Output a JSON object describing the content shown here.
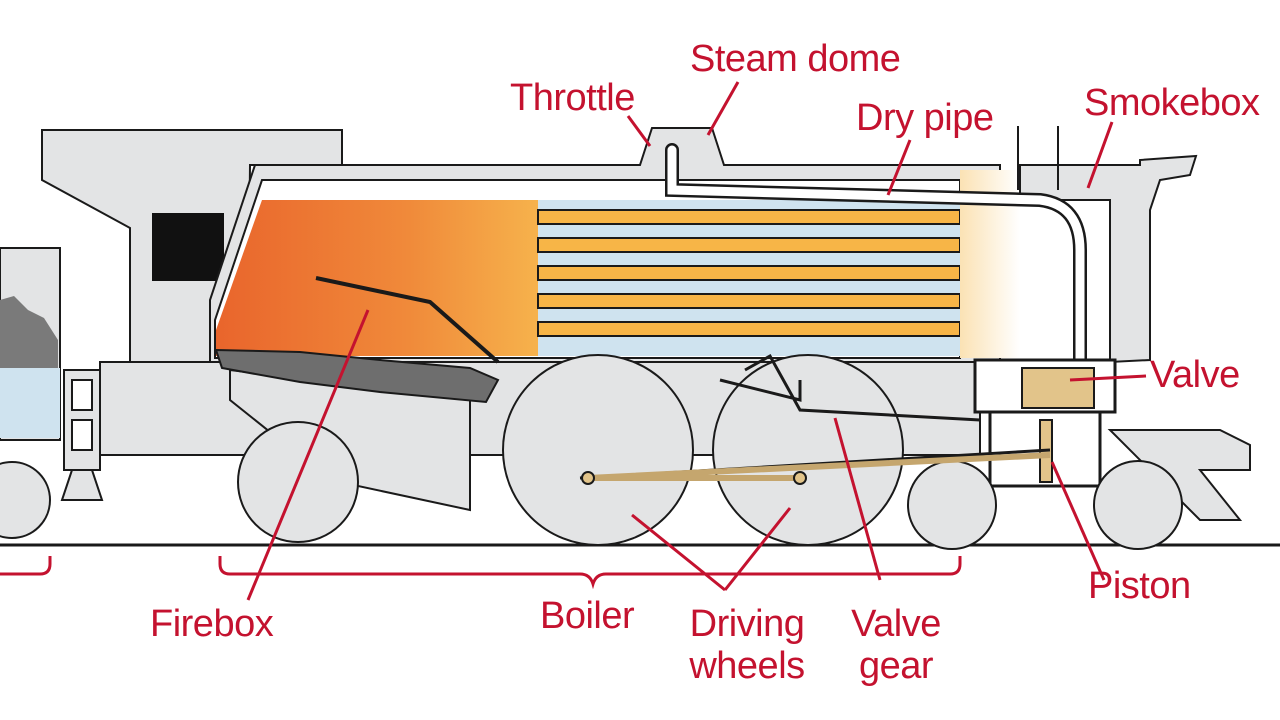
{
  "colors": {
    "label_red": "#c4122f",
    "body_grey": "#e3e4e5",
    "outline": "#1a1a1a",
    "water_blue": "#cfe3ef",
    "fire_orange": "#ee7a35",
    "fire_yellow": "#f7b547",
    "valve_tan": "#e2c48a",
    "coal_grey": "#6e6e6e"
  },
  "labels": {
    "steam_dome": "Steam dome",
    "throttle": "Throttle",
    "dry_pipe": "Dry pipe",
    "smokebox": "Smokebox",
    "valve": "Valve",
    "piston": "Piston",
    "firebox": "Firebox",
    "boiler": "Boiler",
    "driving_wheels_1": "Driving",
    "driving_wheels_2": "wheels",
    "valve_gear_1": "Valve",
    "valve_gear_2": "gear"
  }
}
